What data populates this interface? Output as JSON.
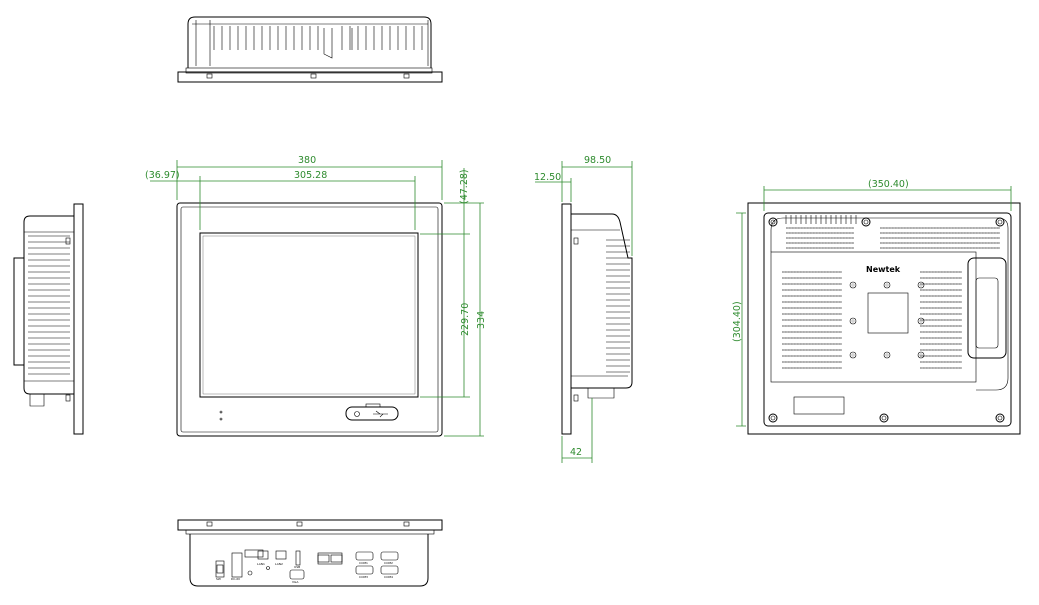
{
  "colors": {
    "line": "#000000",
    "dimension": "#2e8b2e",
    "background": "#ffffff"
  },
  "dimensions": {
    "overall_width": "380",
    "screen_width": "305.28",
    "left_offset": "(36.97)",
    "top_offset": "(47.28)",
    "screen_height": "229.70",
    "overall_height": "334",
    "depth": "98.50",
    "bezel": "12.50",
    "mount_depth": "42",
    "back_width": "(350.40)",
    "back_height": "(304.40)"
  },
  "brand": {
    "name": "Newtek"
  },
  "port_labels": [
    "LAN1",
    "LAN2",
    "COM1",
    "COM2",
    "COM3",
    "COM4",
    "USB",
    "VGA",
    "DC-IN",
    "SW"
  ]
}
